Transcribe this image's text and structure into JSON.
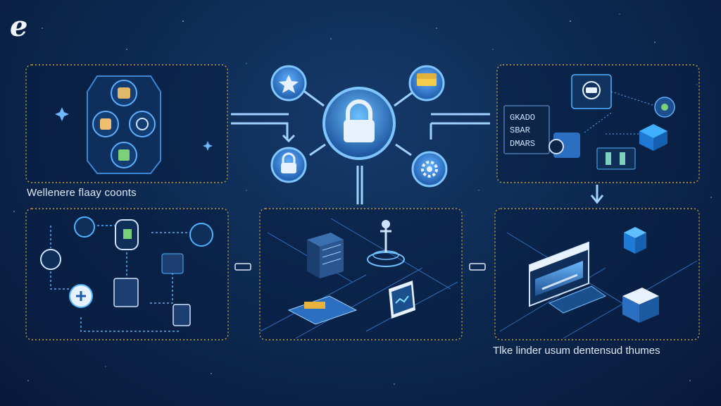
{
  "brand": {
    "logo_letter": "e"
  },
  "labels": {
    "top_left_caption": "Wellenere flaay coonts",
    "bottom_right_caption": "Tlke linder usum dentensud thumes",
    "top_right_panel_text": [
      "GKADO",
      "SBAR",
      "DMARS"
    ]
  },
  "hub": {
    "center_icon": "lock-icon"
  },
  "nodes": [
    {
      "name": "star-node",
      "icon": "star-icon"
    },
    {
      "name": "sofa-node",
      "icon": "sofa-icon"
    },
    {
      "name": "lock-node",
      "icon": "padlock-icon"
    },
    {
      "name": "gear-node",
      "icon": "gear-icon"
    }
  ],
  "panels": [
    {
      "name": "wearables-panel",
      "icon": "smartwatch-icon"
    },
    {
      "name": "dashboard-panel",
      "icon": "robot-icon"
    },
    {
      "name": "network-map-panel",
      "icon": "flowchart-icon"
    },
    {
      "name": "isometric-devices-panel",
      "icon": "server-icon"
    },
    {
      "name": "browser-panel",
      "icon": "browser-window-icon"
    }
  ],
  "colors": {
    "background": "#0d2a52",
    "panel_border": "#c9a23a",
    "accent": "#4fb3ff",
    "node_fill": "#2f7fd6",
    "text": "#dfe8f5"
  }
}
